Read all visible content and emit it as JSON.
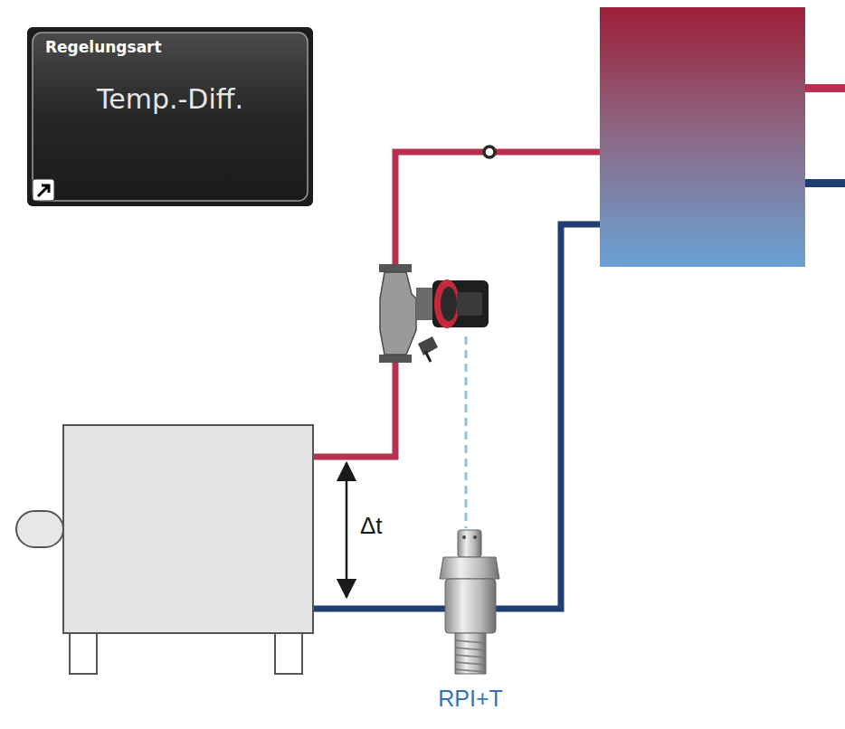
{
  "diagram": {
    "nodes": [
      {
        "text": [
          "Regelungsart",
          "Temp.-Diff."
        ]
      }
    ],
    "labels": [
      "Δt",
      "RPI+T"
    ]
  }
}
